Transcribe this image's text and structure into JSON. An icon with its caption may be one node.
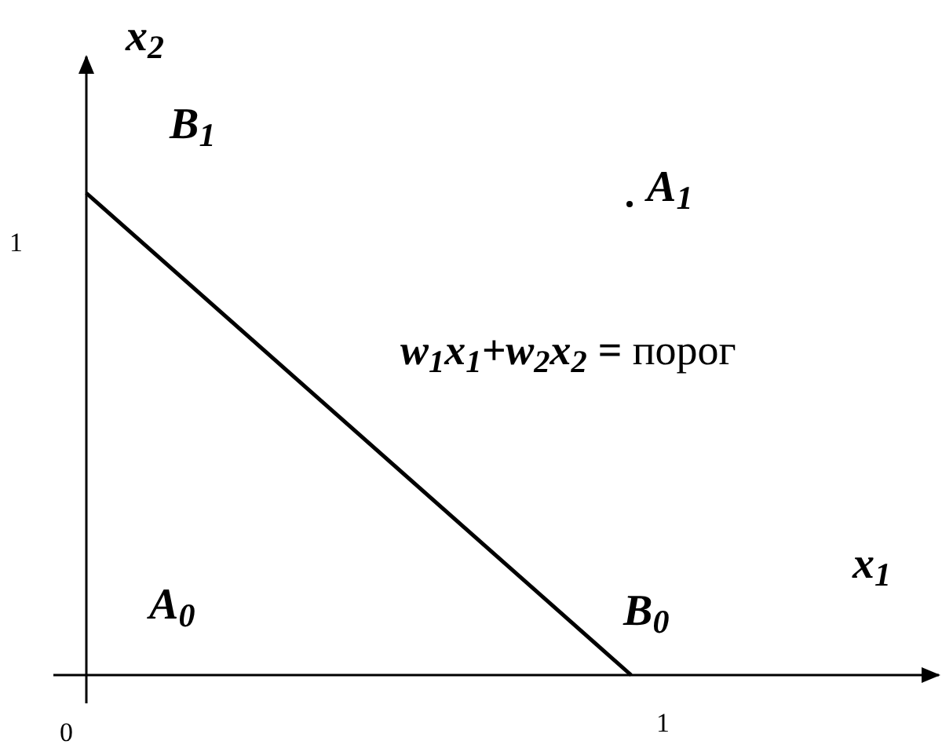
{
  "diagram": {
    "labels": [
      "x$_{2}$",
      "1",
      "B$_{1}$",
      "A$_{1}$",
      "**w$_{1}$x$_{1}$+w$_{2}$x$_{2}$ =** порог",
      "A$_{0}$",
      "B$_{0}$",
      "x$_{1}$",
      "0",
      "1"
    ]
  }
}
